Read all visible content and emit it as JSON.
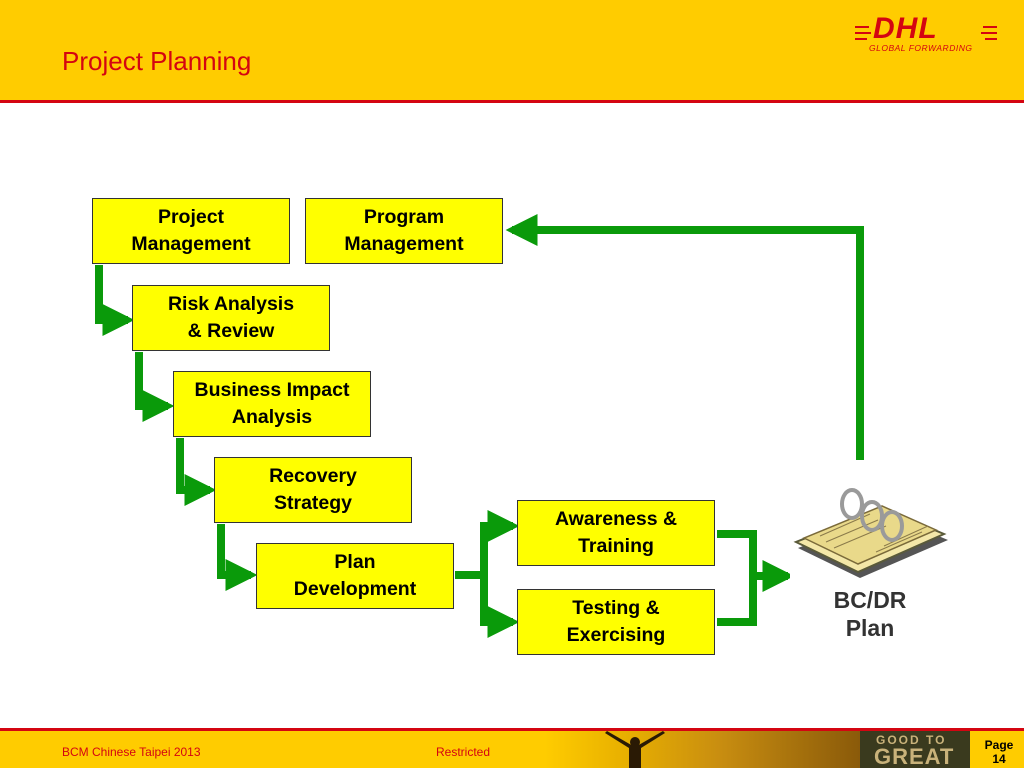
{
  "header": {
    "title": "Project Planning",
    "logo_text": "DHL",
    "logo_subtitle": "GLOBAL FORWARDING"
  },
  "diagram": {
    "steps": [
      {
        "label": "Project\nManagement"
      },
      {
        "label": "Program\nManagement"
      },
      {
        "label": "Risk Analysis\n& Review"
      },
      {
        "label": "Business Impact\nAnalysis"
      },
      {
        "label": "Recovery\nStrategy"
      },
      {
        "label": "Plan\nDevelopment"
      },
      {
        "label": "Awareness &\nTraining"
      },
      {
        "label": "Testing &\nExercising"
      }
    ],
    "output_label": "BC/DR\nPlan"
  },
  "footer": {
    "left_text": "BCM Chinese Taipei  2013",
    "center_text": "Restricted",
    "campaign_top": "GOOD TO",
    "campaign_bottom": "GREAT",
    "page_label": "Page",
    "page_number": "14"
  },
  "colors": {
    "brand_yellow": "#FFCC00",
    "brand_red": "#D40511",
    "box_fill": "#FFFF00",
    "arrow_green": "#0A9A0A"
  }
}
